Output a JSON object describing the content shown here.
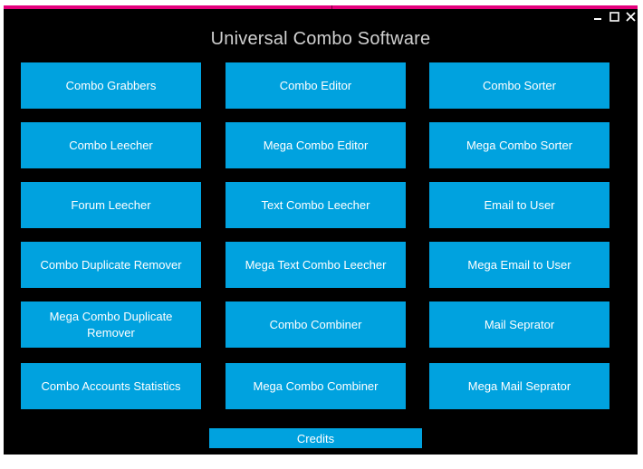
{
  "window": {
    "title": "Universal Combo Software",
    "accent_color": "#e4007c",
    "button_color": "#00a2df",
    "controls": [
      "minimize-icon",
      "maximize-icon",
      "close-icon"
    ]
  },
  "buttons": [
    [
      "Combo Grabbers",
      "Combo Editor",
      "Combo Sorter"
    ],
    [
      "Combo Leecher",
      "Mega Combo Editor",
      "Mega Combo Sorter"
    ],
    [
      "Forum Leecher",
      "Text Combo Leecher",
      "Email to User"
    ],
    [
      "Combo Duplicate Remover",
      "Mega Text Combo Leecher",
      "Mega Email to User"
    ],
    [
      "Mega Combo Duplicate Remover",
      "Combo Combiner",
      "Mail Seprator"
    ],
    [
      "Combo Accounts Statistics",
      "Mega Combo Combiner",
      "Mega Mail Seprator"
    ]
  ],
  "footer": {
    "credits_label": "Credits"
  }
}
